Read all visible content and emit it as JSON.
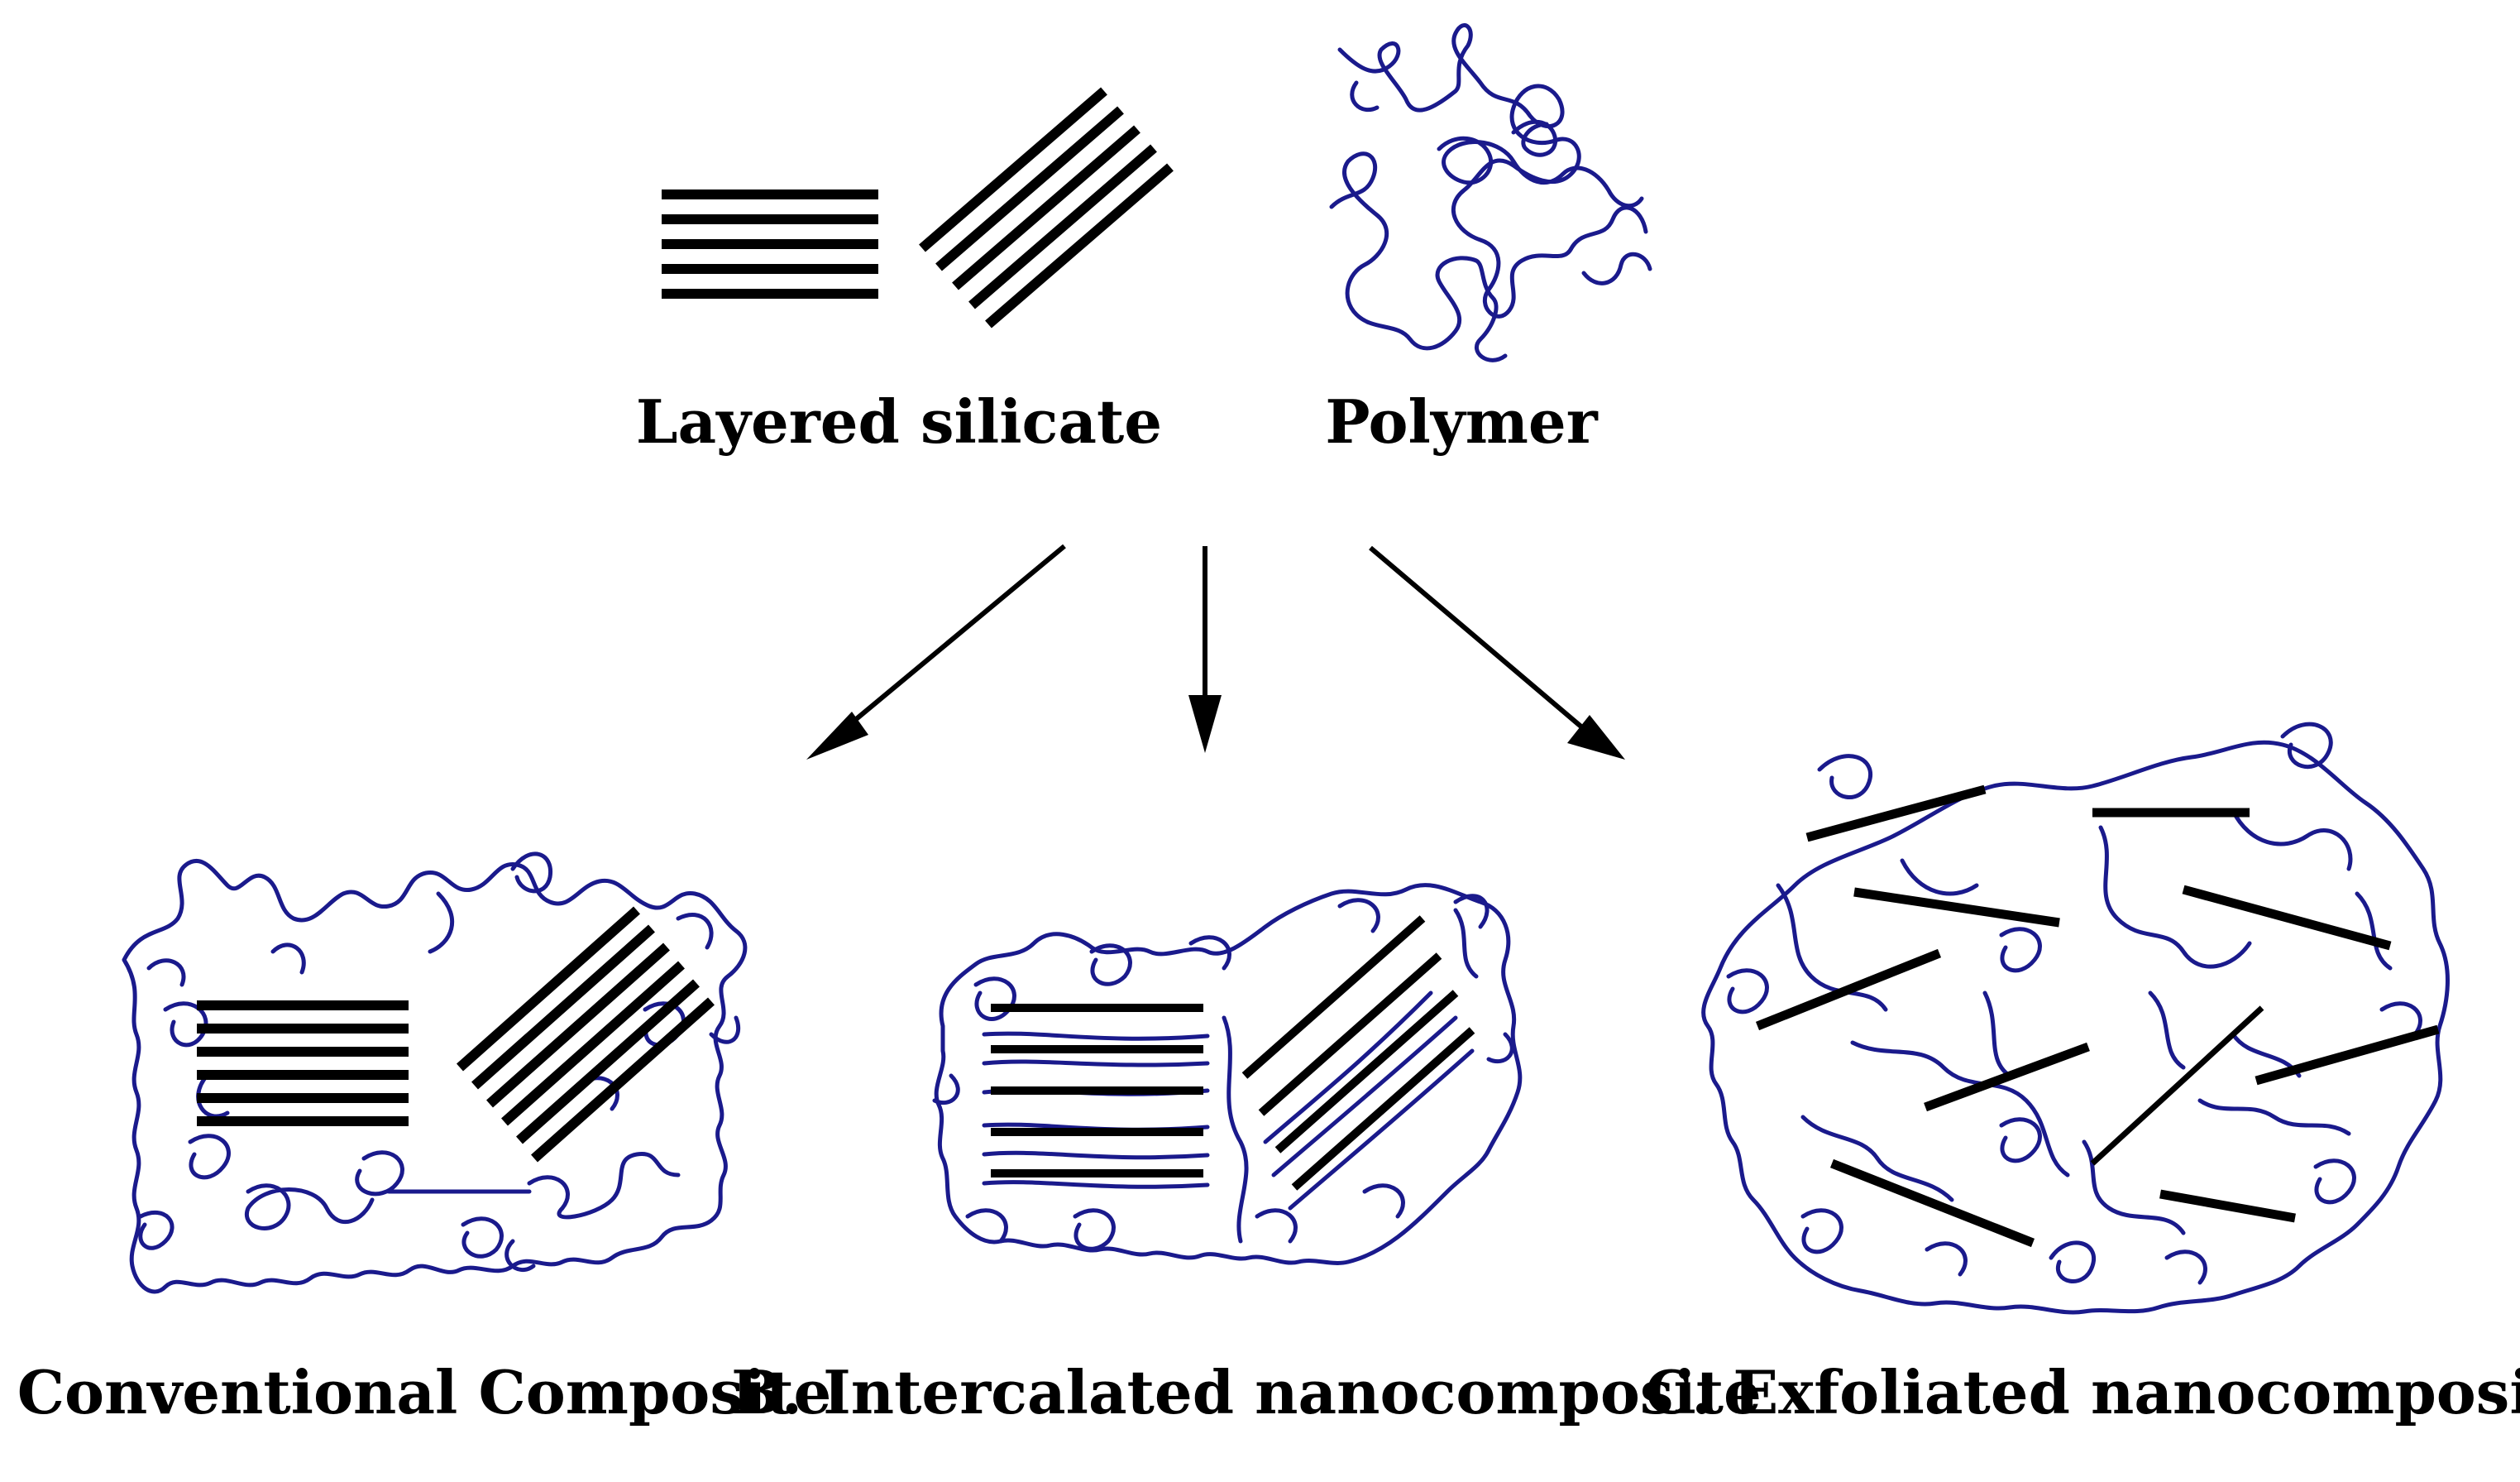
{
  "labels": {
    "layered_silicate": "Layered silicate",
    "polymer": "Polymer",
    "conventional": "A. Conventional Composite",
    "intercalated": "B. Intercalated nanocomposite",
    "exfoliated": "C. Exfoliated nanocomposite"
  },
  "colors": {
    "silicate": "#000000",
    "polymer": "#1a1a8c",
    "background": "#ffffff"
  }
}
